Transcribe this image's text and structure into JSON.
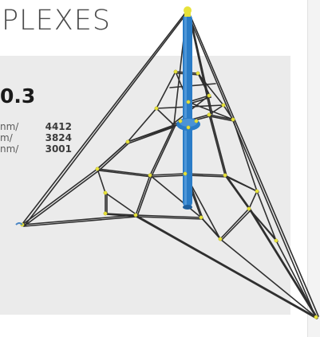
{
  "header": {
    "title": "PLEXES"
  },
  "product": {
    "model": "0.3",
    "dimensions": [
      {
        "unit": "nm/",
        "value": "4412"
      },
      {
        "unit": "m/",
        "value": "3824"
      },
      {
        "unit": "nm/",
        "value": "3001"
      }
    ]
  },
  "colors": {
    "pole": "#2a7cc7",
    "rope": "#2f2f2f",
    "knot": "#e7e23a",
    "panel": "#ebebeb"
  }
}
